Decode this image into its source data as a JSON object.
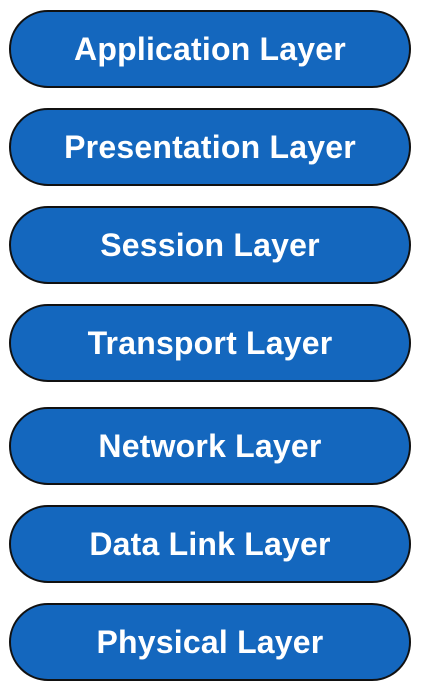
{
  "colors": {
    "pill_fill": "#1467be",
    "pill_border": "#111111",
    "label_text": "#ffffff",
    "background": "#ffffff"
  },
  "layers": [
    {
      "label": "Application Layer"
    },
    {
      "label": "Presentation Layer"
    },
    {
      "label": "Session Layer"
    },
    {
      "label": "Transport Layer"
    },
    {
      "label": "Network Layer"
    },
    {
      "label": "Data Link Layer"
    },
    {
      "label": "Physical Layer"
    }
  ]
}
